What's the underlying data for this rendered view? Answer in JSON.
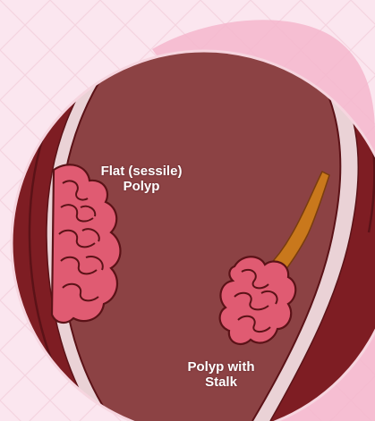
{
  "labels": {
    "sessile": {
      "line1": "Flat (sessile)",
      "line2": "Polyp"
    },
    "stalk": {
      "line1": "Polyp with",
      "line2": "Stalk"
    }
  },
  "colors": {
    "background": "#fbe6ef",
    "tint_blob": "#f4b6cd",
    "lumen": "#8d4446",
    "wall_outer": "#7e1d23",
    "wall_band": "#ead2d6",
    "polyp_fill": "#e05b72",
    "polyp_outline": "#5b1217",
    "stalk": "#c9781c",
    "label_text": "#ffffff"
  }
}
